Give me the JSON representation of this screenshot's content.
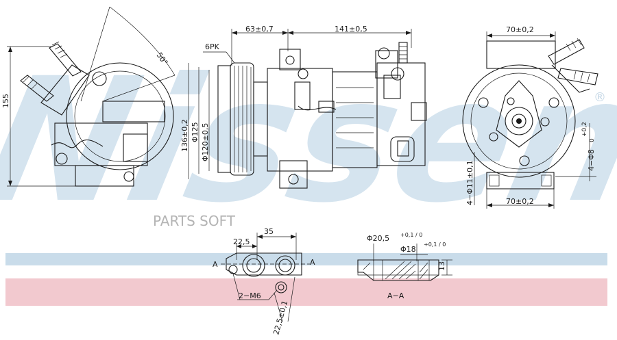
{
  "watermark": {
    "brand": "Nissens",
    "registered": "®",
    "parts_soft": "PARTS SOFT",
    "band_blue": "#c9dcea",
    "band_pink": "#f2c9cf",
    "letters": "#d5e4ef"
  },
  "views": {
    "left_view": {
      "height": "155",
      "angle": "50°"
    },
    "side_view": {
      "dim_63": "63±0,7",
      "dim_141": "141±0,5",
      "belt": "6PK",
      "dim_136": "136±0,2",
      "dim_125": "Φ125",
      "dim_120": "Φ120±0,5"
    },
    "front_view": {
      "width_top": "70±0,2",
      "width_bottom": "70±0,2",
      "mount_hole_dia": "4−Φ11±0,1",
      "mount_hole": "4−Φ8",
      "tol_plus": "+0,2",
      "tol_zero": "0"
    }
  },
  "port_detail": {
    "dim_35": "35",
    "dim_22_5": "22,5",
    "section_mark": "A",
    "thread": "2−M6",
    "dim_22_5_angle": "22,5±0,1"
  },
  "section_detail": {
    "bore_20_5": "Φ20,5",
    "bore_20_5_tol": "+0,1 / 0",
    "bore_18": "Φ18",
    "bore_18_tol": "+0,1 / 0",
    "depth": "13",
    "label": "A−A"
  }
}
